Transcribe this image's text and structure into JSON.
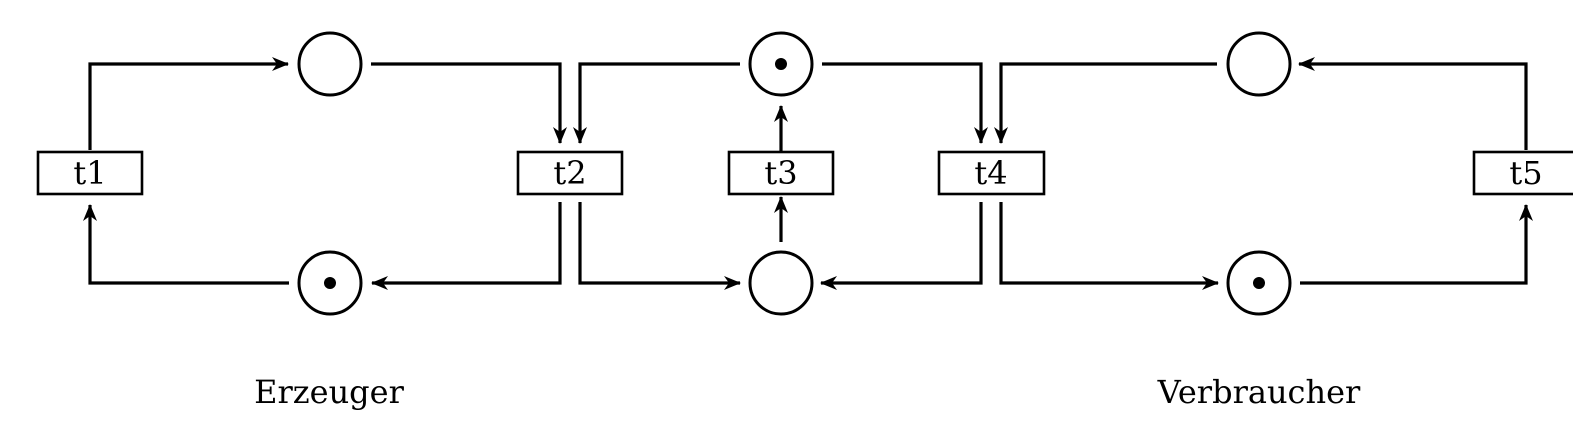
{
  "transitions": [
    {
      "id": "t1",
      "label": "t1"
    },
    {
      "id": "t2",
      "label": "t2"
    },
    {
      "id": "t3",
      "label": "t3"
    },
    {
      "id": "t4",
      "label": "t4"
    },
    {
      "id": "t5",
      "label": "t5"
    }
  ],
  "places": [
    {
      "id": "p-producer-top",
      "tokens": 0
    },
    {
      "id": "p-producer-bottom",
      "tokens": 1
    },
    {
      "id": "p-buffer-top",
      "tokens": 1
    },
    {
      "id": "p-buffer-bottom",
      "tokens": 0
    },
    {
      "id": "p-consumer-top",
      "tokens": 0
    },
    {
      "id": "p-consumer-bottom",
      "tokens": 1
    }
  ],
  "groups": {
    "producer": "Erzeuger",
    "consumer": "Verbraucher"
  }
}
